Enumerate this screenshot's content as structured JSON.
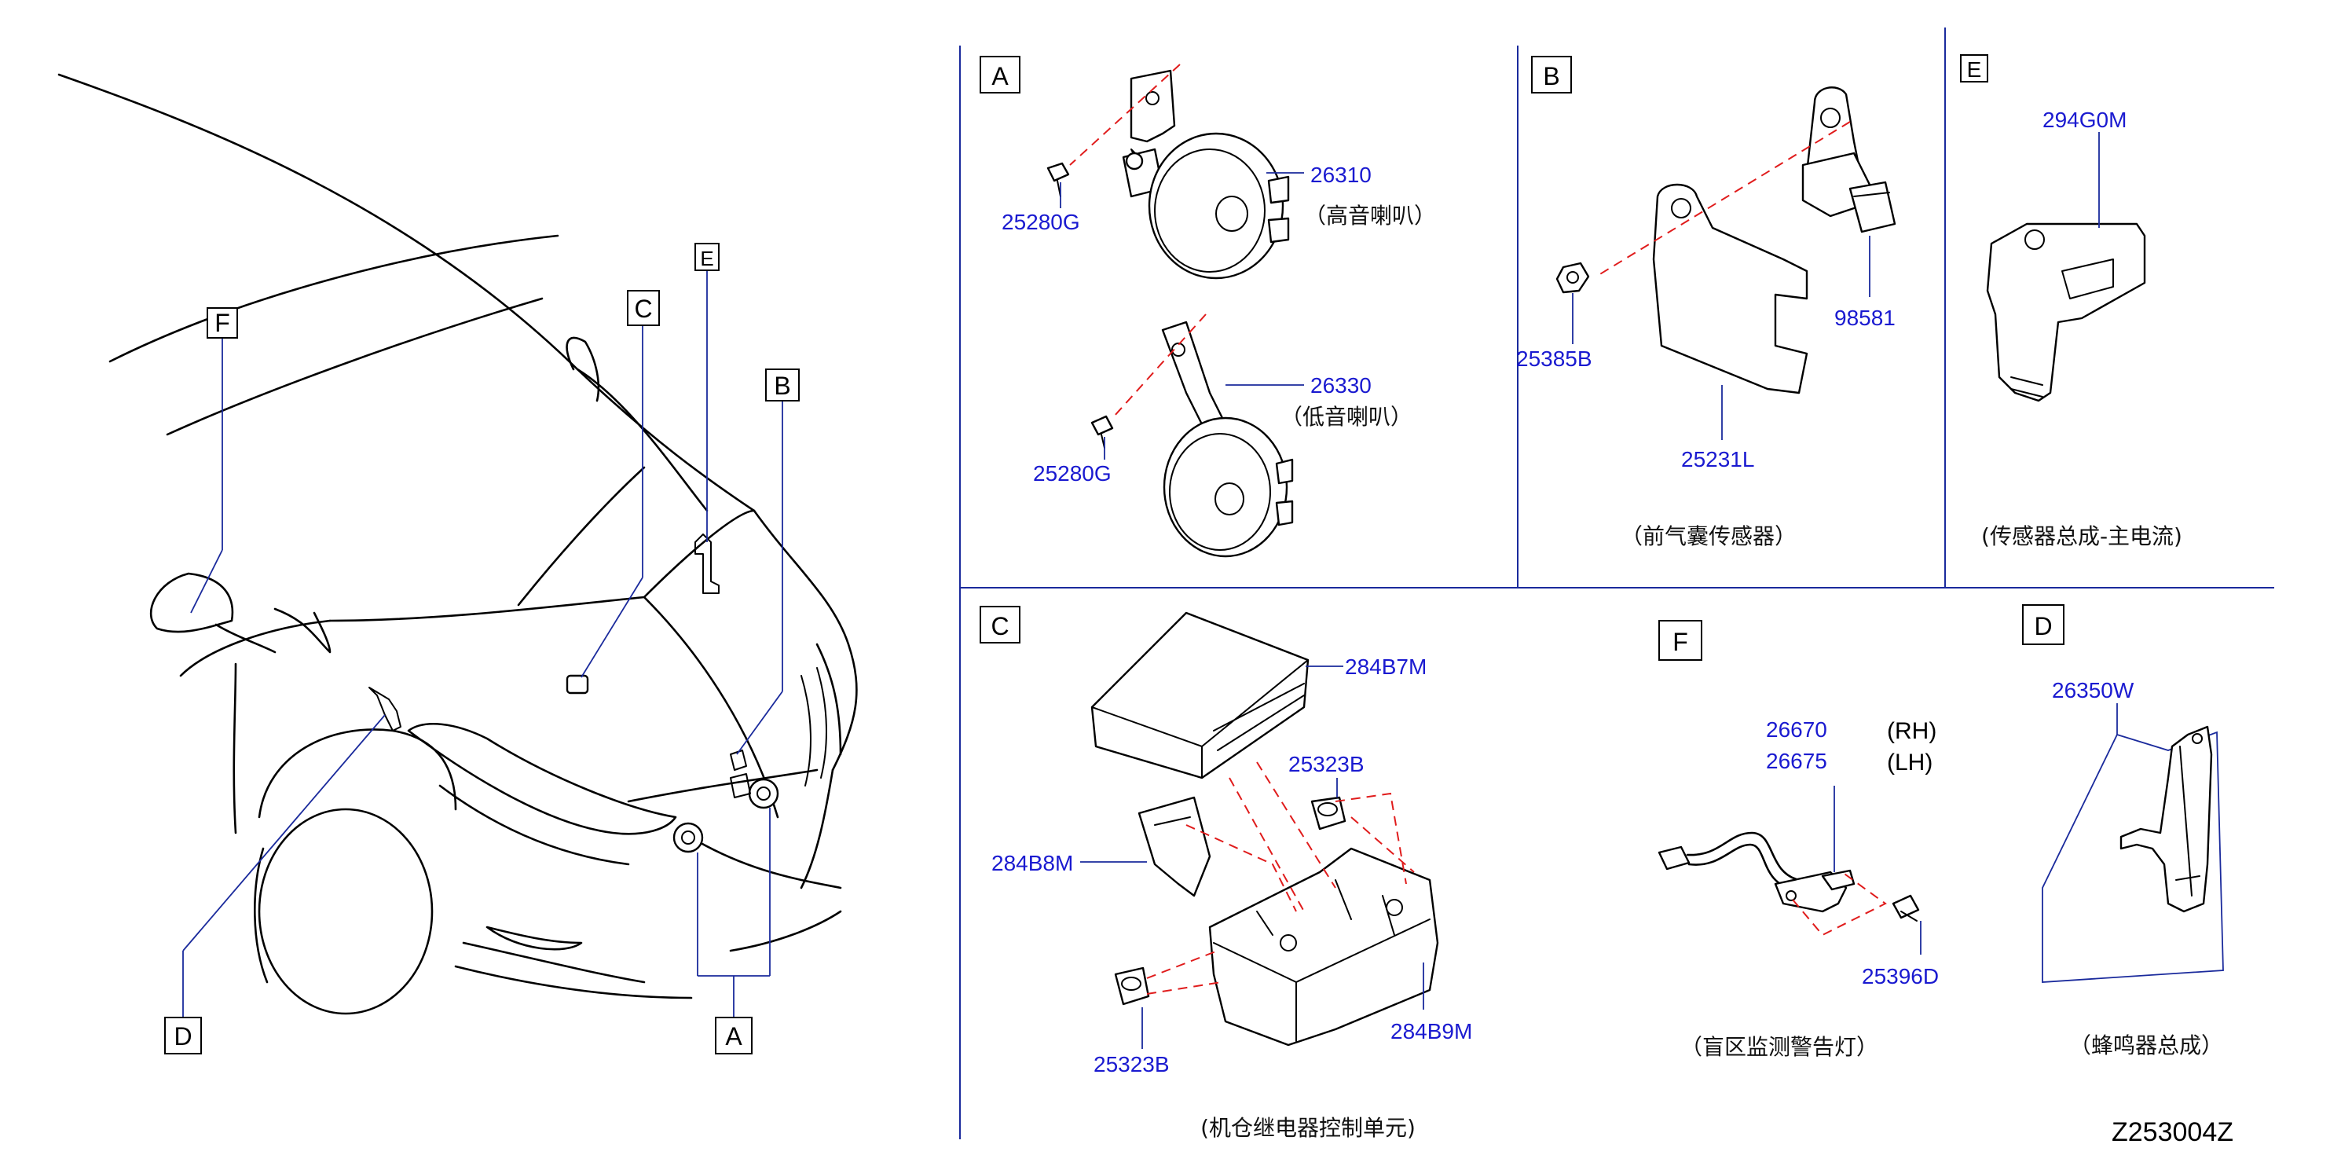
{
  "diagram_code": "Z253004Z",
  "overview": {
    "callouts": [
      "F",
      "C",
      "E",
      "B",
      "D",
      "A"
    ]
  },
  "panels": {
    "A": {
      "label": "A",
      "parts": [
        {
          "number": "25280G"
        },
        {
          "number": "26310",
          "desc": "（高音喇叭）"
        },
        {
          "number": "25280G"
        },
        {
          "number": "26330",
          "desc": "（低音喇叭）"
        }
      ]
    },
    "B": {
      "label": "B",
      "parts": [
        {
          "number": "98581"
        },
        {
          "number": "25385B"
        },
        {
          "number": "25231L"
        }
      ],
      "caption": "（前气囊传感器）"
    },
    "E": {
      "label": "E",
      "parts": [
        {
          "number": "294G0M"
        }
      ],
      "caption": "(传感器总成-主电流)"
    },
    "C": {
      "label": "C",
      "parts": [
        {
          "number": "284B7M"
        },
        {
          "number": "25323B"
        },
        {
          "number": "284B8M"
        },
        {
          "number": "25323B"
        },
        {
          "number": "284B9M"
        }
      ],
      "caption": "(机仓继电器控制单元)"
    },
    "F": {
      "label": "F",
      "parts": [
        {
          "number": "26670",
          "side": "(RH)"
        },
        {
          "number": "26675",
          "side": "(LH)"
        },
        {
          "number": "25396D"
        }
      ],
      "caption": "（盲区监测警告灯）"
    },
    "D": {
      "label": "D",
      "parts": [
        {
          "number": "26350W"
        }
      ],
      "caption": "（蜂鸣器总成）"
    }
  },
  "colors": {
    "part_number": "#1a1ad0",
    "leader_line": "#1a2a9c",
    "dashed_guide": "#e01c1c",
    "line_art": "#000000"
  }
}
